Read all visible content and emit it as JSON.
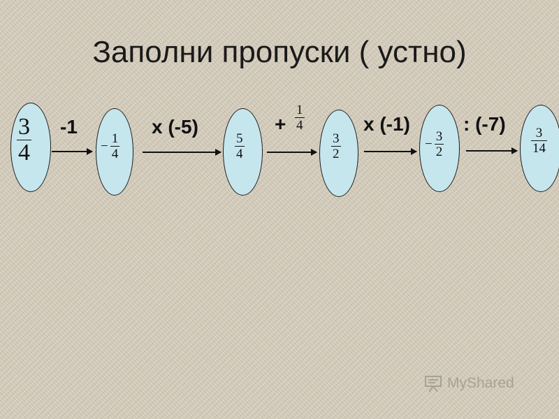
{
  "title": "Заполни пропуски ( устно)",
  "ovals": [
    {
      "sign": "",
      "num": "3",
      "den": "4"
    },
    {
      "sign": "−",
      "num": "1",
      "den": "4"
    },
    {
      "sign": "",
      "num": "5",
      "den": "4"
    },
    {
      "sign": "",
      "num": "3",
      "den": "2"
    },
    {
      "sign": "−",
      "num": "3",
      "den": "2"
    },
    {
      "sign": "",
      "num": "3",
      "den": "14"
    }
  ],
  "operations": {
    "op1": "-1",
    "op2": "x (-5)",
    "op3_sign": "+",
    "op3_num": "1",
    "op3_den": "4",
    "op4": "x (-1)",
    "op5": ": (-7)"
  },
  "watermark": "MyShared",
  "colors": {
    "oval_fill": "#c6e6ee",
    "background": "#d6cebd"
  }
}
